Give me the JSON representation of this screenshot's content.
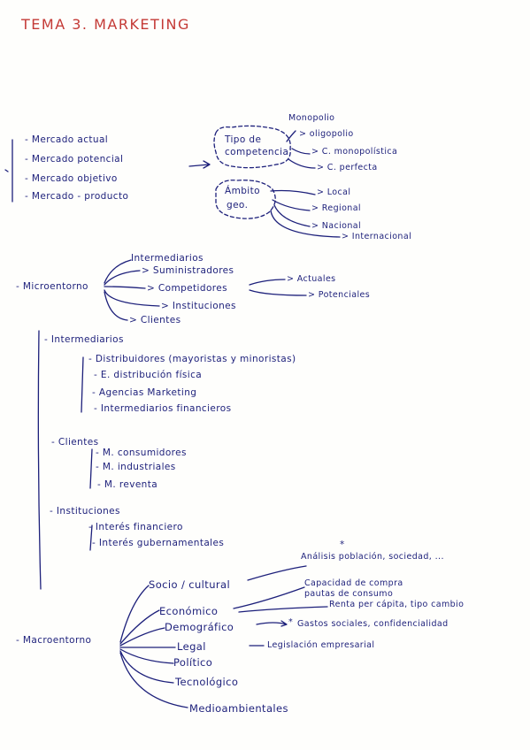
{
  "title": "TEMA 3. MARKETING",
  "mercados": [
    "- Mercado actual",
    "- Mercado potencial",
    "- Mercado objetivo",
    "- Mercado - producto"
  ],
  "tipo_competencia": {
    "label_1": "Tipo de",
    "label_2": "competencia",
    "items": [
      "Monopolio",
      "> oligopolio",
      "> C. monopolística",
      "> C. perfecta"
    ]
  },
  "ambito_geo": {
    "label_1": "Ámbito",
    "label_2": "geo.",
    "items": [
      "> Local",
      "> Regional",
      "> Nacional",
      "> Internacional"
    ]
  },
  "microentorno": {
    "label": "- Microentorno",
    "items": [
      "Intermediarios",
      "> Suministradores",
      "> Competidores",
      "> Instituciones",
      "> Clientes"
    ],
    "competidores_sub": [
      "> Actuales",
      "> Potenciales"
    ]
  },
  "intermediarios": {
    "label": "- Intermediarios",
    "items": [
      "- Distribuidores (mayoristas y minoristas)",
      "- E. distribución física",
      "- Agencias Marketing",
      "- Intermediarios financieros"
    ]
  },
  "clientes": {
    "label": "- Clientes",
    "items": [
      "- M. consumidores",
      "- M. industriales",
      "- M. reventa"
    ]
  },
  "instituciones": {
    "label": "- Instituciones",
    "items": [
      "- Interés financiero",
      "- Interés gubernamentales"
    ]
  },
  "macroentorno": {
    "label": "- Macroentorno",
    "items": [
      "Socio / cultural",
      "Económico",
      "Demográfico",
      "Legal",
      "Político",
      "Tecnológico",
      "Medioambientales"
    ],
    "notes": {
      "asterisk_top": "*",
      "socio": "Análisis población, sociedad, ...",
      "eco_1": "Capacidad de compra",
      "eco_2": "pautas de consumo",
      "eco_3": "Renta per cápita, tipo cambio",
      "demo_star": "*",
      "demo": "Gastos sociales, confidencialidad",
      "legal": "Legislación empresarial"
    }
  }
}
